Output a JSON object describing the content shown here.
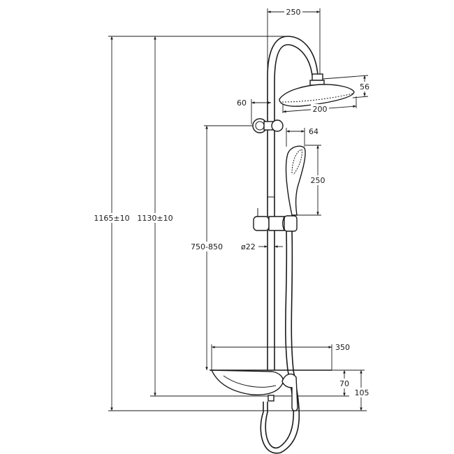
{
  "dimensions": {
    "total_height": "1165±10",
    "arm_height": "1130±10",
    "arm_reach": "250",
    "head_height": "56",
    "head_diameter": "200",
    "wall_offset": "60",
    "bracket_height": "750-850",
    "hand_shower_width": "64",
    "hand_shower_length": "250",
    "pipe_diameter": "ø22",
    "shelf_width": "350",
    "shelf_height_a": "70",
    "shelf_height_b": "105"
  },
  "colors": {
    "line": "#1a1a1a",
    "background": "#ffffff"
  }
}
